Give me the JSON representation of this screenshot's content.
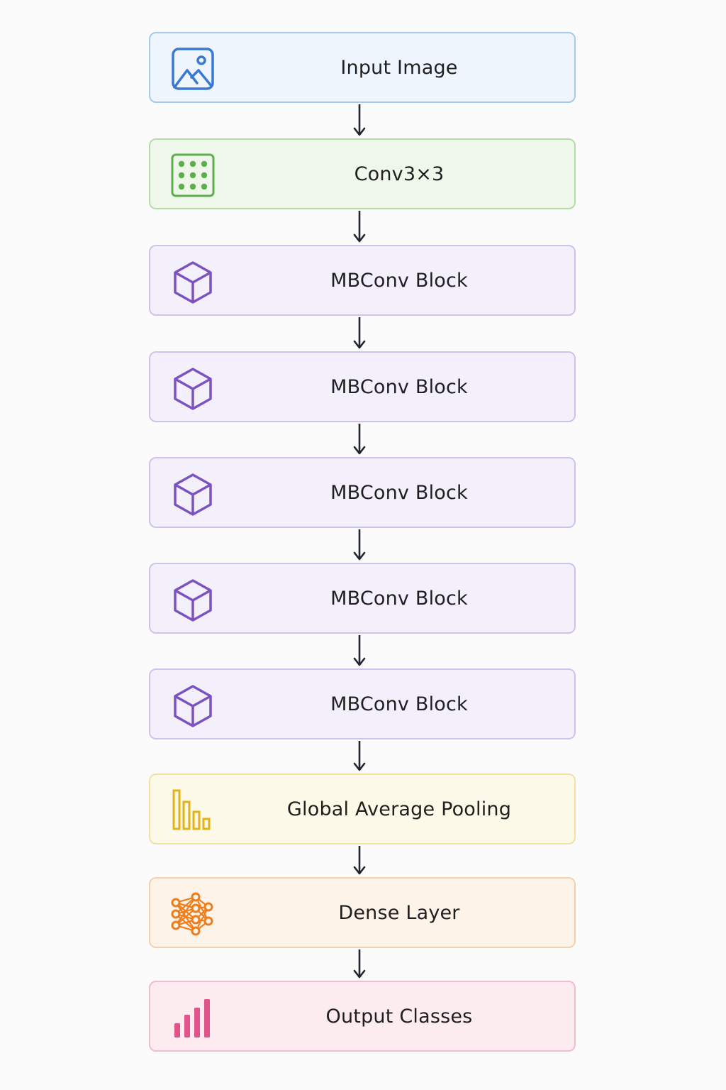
{
  "diagram": {
    "blocks": [
      {
        "label": "Input Image",
        "icon": "image-icon",
        "fill": "#eef5fd",
        "stroke": "#a9c8ee",
        "accent": "#3a78d2"
      },
      {
        "label": "Conv3×3",
        "icon": "grid-dots-icon",
        "fill": "#eef7ea",
        "stroke": "#b5dca8",
        "accent": "#5fae4e"
      },
      {
        "label": "MBConv Block",
        "icon": "cube-icon",
        "fill": "#f3f0fc",
        "stroke": "#cfc3ee",
        "accent": "#7a52c2"
      },
      {
        "label": "MBConv Block",
        "icon": "cube-icon",
        "fill": "#f3f0fc",
        "stroke": "#cfc3ee",
        "accent": "#7a52c2"
      },
      {
        "label": "MBConv Block",
        "icon": "cube-icon",
        "fill": "#f3f0fc",
        "stroke": "#cfc3ee",
        "accent": "#7a52c2"
      },
      {
        "label": "MBConv Block",
        "icon": "cube-icon",
        "fill": "#f3f0fc",
        "stroke": "#cfc3ee",
        "accent": "#7a52c2"
      },
      {
        "label": "MBConv Block",
        "icon": "cube-icon",
        "fill": "#f3f0fc",
        "stroke": "#cfc3ee",
        "accent": "#7a52c2"
      },
      {
        "label": "Global Average Pooling",
        "icon": "pooling-bars-icon",
        "fill": "#fdf9e8",
        "stroke": "#f1e2a2",
        "accent": "#e3b21a"
      },
      {
        "label": "Dense Layer",
        "icon": "neural-network-icon",
        "fill": "#fdf3e8",
        "stroke": "#f3d1ad",
        "accent": "#ee7d1c"
      },
      {
        "label": "Output Classes",
        "icon": "bar-chart-icon",
        "fill": "#fcebef",
        "stroke": "#f1bccb",
        "accent": "#e0548a"
      }
    ],
    "arrow_color": "#1f2430"
  }
}
